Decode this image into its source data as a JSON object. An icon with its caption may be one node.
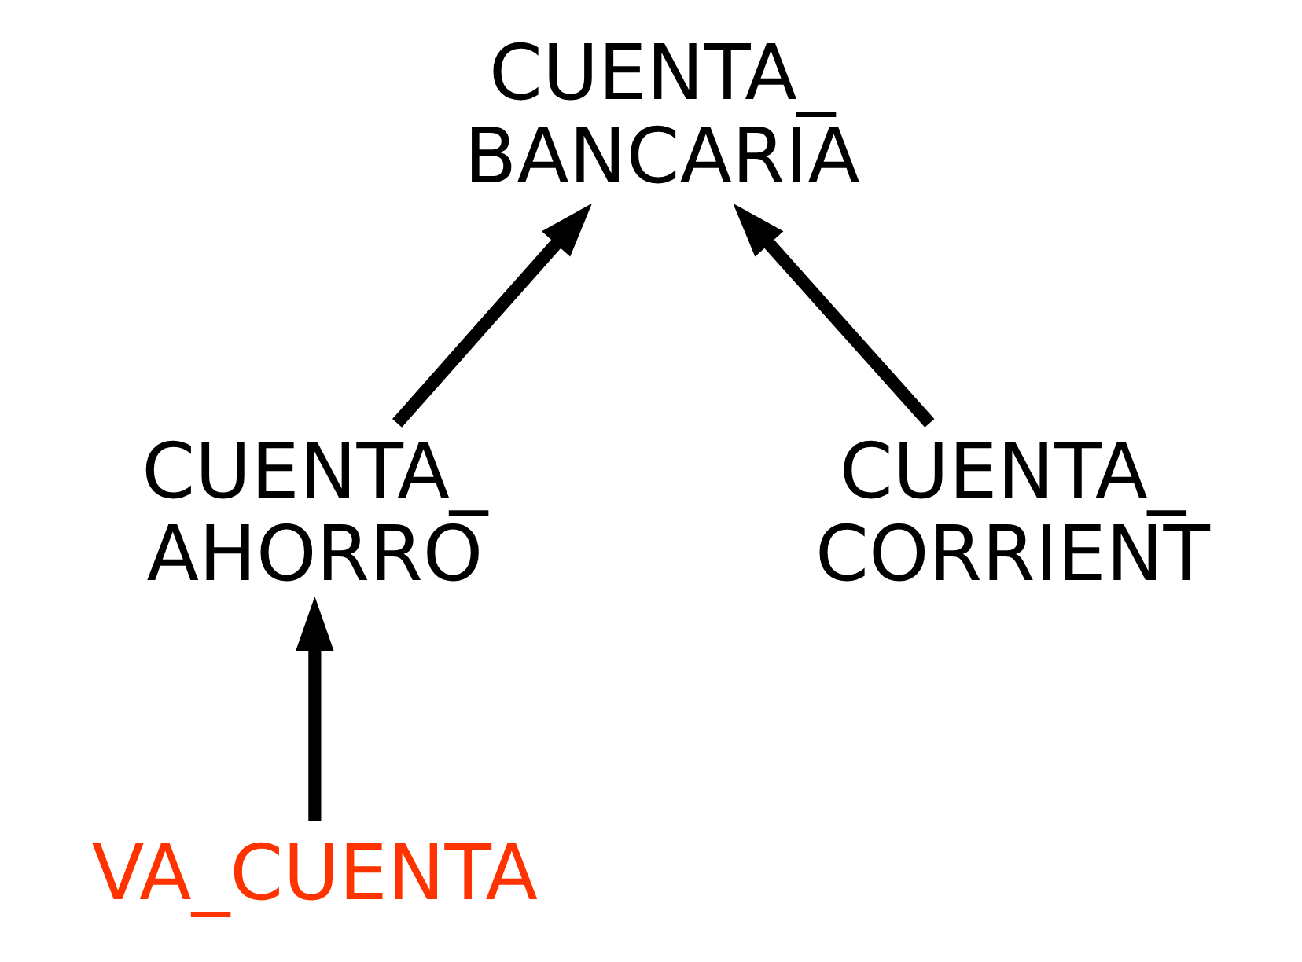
{
  "diagram": {
    "nodes": [
      {
        "text": [
          "CUENTA_ BANCARIA"
        ]
      },
      {
        "text": [
          "CUENTA_ AHORRO"
        ]
      },
      {
        "text": [
          "CUENTA_ CORRIENT"
        ]
      },
      {
        "text": [
          "VA_CUENTA"
        ]
      }
    ],
    "edges": [
      {
        "from": 1,
        "to": 0,
        "arrow": "to"
      },
      {
        "from": 2,
        "to": 0,
        "arrow": "to"
      },
      {
        "from": 3,
        "to": 1,
        "arrow": "to"
      }
    ]
  }
}
